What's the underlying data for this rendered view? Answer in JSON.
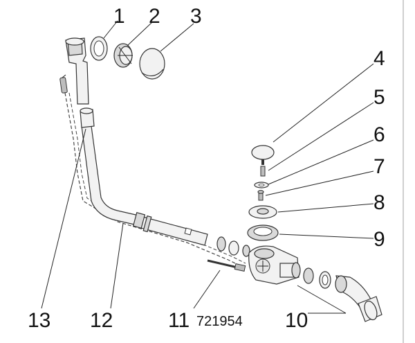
{
  "callouts": {
    "c1": "1",
    "c2": "2",
    "c3": "3",
    "c4": "4",
    "c5": "5",
    "c6": "6",
    "c7": "7",
    "c8": "8",
    "c9": "9",
    "c10": "10",
    "c11": "11",
    "c12": "12",
    "c13": "13"
  },
  "article_number": "721954",
  "colors": {
    "frame": "#cfcfcf",
    "line": "#222222",
    "part_fill": "#f2f2f2"
  }
}
